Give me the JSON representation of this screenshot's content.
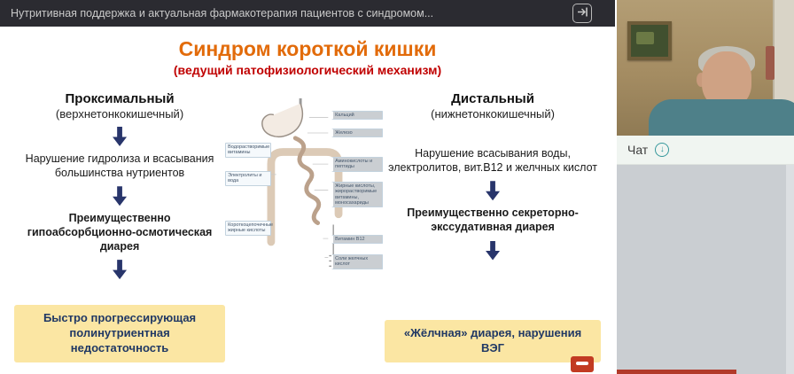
{
  "header": {
    "title": "Нутритивная поддержка и актуальная фармакотерапия пациентов с синдромом..."
  },
  "slide": {
    "title": "Синдром короткой кишки",
    "subtitle": "(ведущий патофизиологический механизм)",
    "left_column": {
      "heading": "Проксимальный",
      "subheading": "(верхнетонкокишечный)",
      "step1": "Нарушение гидролиза и всасывания большинства нутриентов",
      "step2": "Преимущественно гипоабсорбционно-осмотическая диарея",
      "result": "Быстро прогрессирующая полинутриентная недостаточность"
    },
    "right_column": {
      "heading": "Дистальный",
      "subheading": "(нижнетонкокишечный)",
      "step1": "Нарушение всасывания воды, электролитов, вит.В12 и желчных кислот",
      "step2": "Преимущественно секреторно-экссудативная диарея",
      "result": "«Жёлчная» диарея, нарушения ВЭГ"
    },
    "diagram": {
      "left_labels": [
        "Водорастворимые витамины",
        "Электролиты и вода",
        "Короткоцепочечные жирные кислоты"
      ],
      "right_labels": [
        "Кальций",
        "Железо",
        "Аминокислоты и пептиды",
        "Жирные кислоты, жирорастворимые витамины, моносахариды",
        "Витамин В12",
        "Соли желчных кислот"
      ]
    }
  },
  "sidebar": {
    "chat_label": "Чат",
    "chat_toggle_glyph": "↓"
  },
  "colors": {
    "title_orange": "#e26b0a",
    "subtitle_red": "#c00000",
    "arrow_navy": "#28356b",
    "result_yellow": "#fbe6a3",
    "topbar_dark": "#2b2b31",
    "shirt_teal": "#4e8089"
  }
}
